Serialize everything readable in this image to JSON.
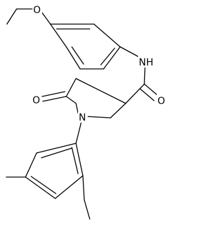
{
  "atoms": {
    "o_ether": "O",
    "n_amide": "NH",
    "o_amide": "O",
    "o_ketone": "O",
    "n_ring": "N"
  },
  "colors": {
    "bond": "#000000",
    "background": "#ffffff"
  }
}
